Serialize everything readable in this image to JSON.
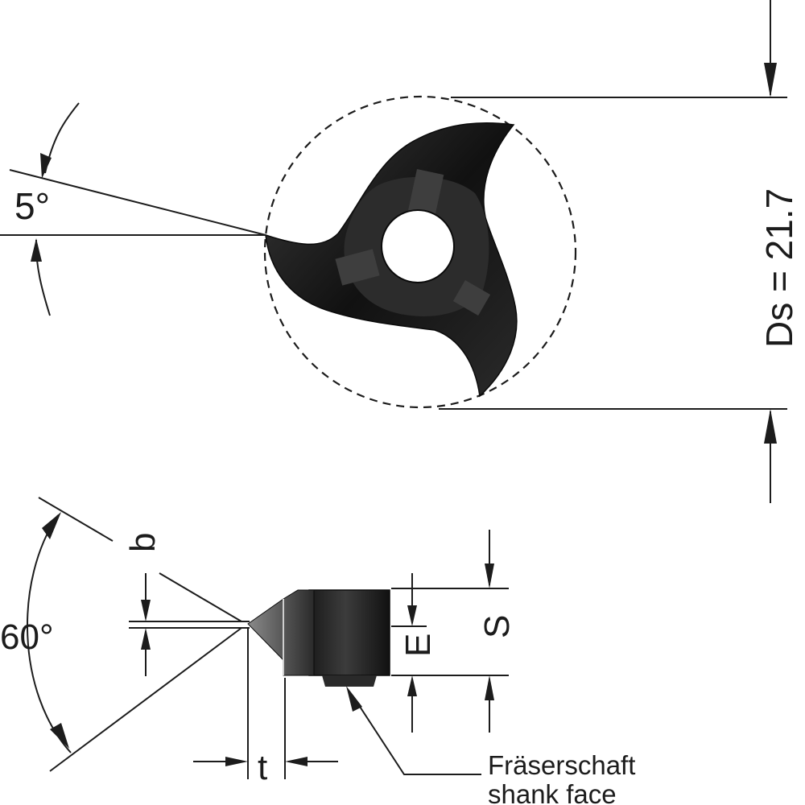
{
  "labels": {
    "angle_top": "5°",
    "diameter": "Ds = 21.7",
    "angle_side": "60°",
    "width_b": "b",
    "thickness_s": "S",
    "offset_e": "E",
    "depth_t": "t",
    "shank_de": "Fräserschaft",
    "shank_en": "shank face"
  }
}
